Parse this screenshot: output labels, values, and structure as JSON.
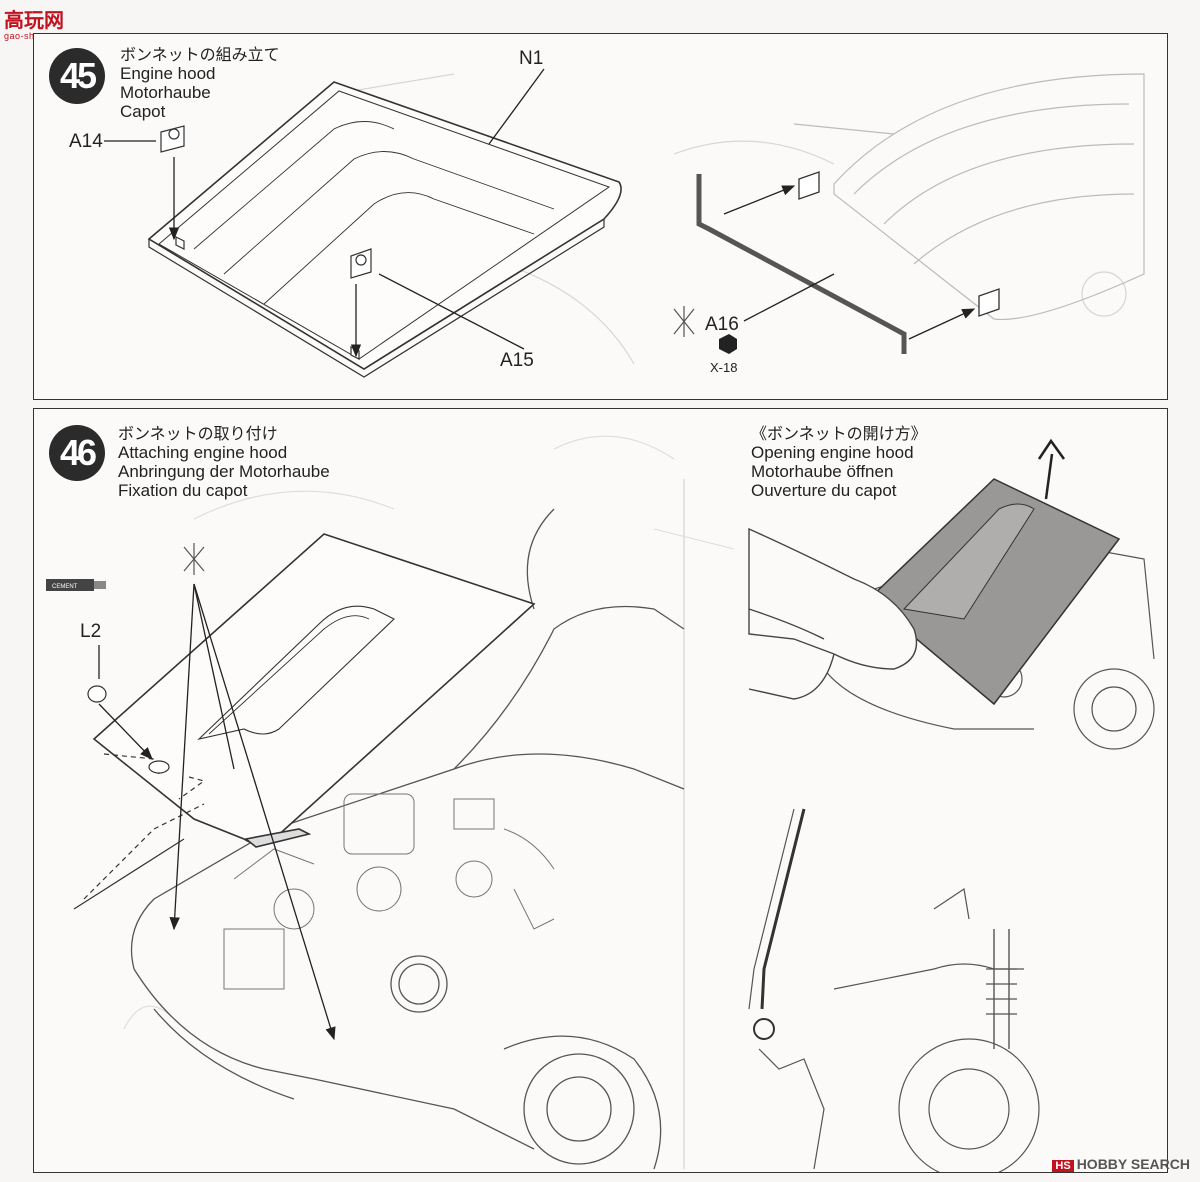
{
  "watermark_top": {
    "title": "高玩网",
    "sub": "gao-shou.com"
  },
  "watermark_bottom": {
    "badge": "HS",
    "text": "HOBBY SEARCH"
  },
  "step45": {
    "number": "45",
    "title_jp": "ボンネットの組み立て",
    "title_en": "Engine hood",
    "title_de": "Motorhaube",
    "title_fr": "Capot",
    "labels": {
      "n1": "N1",
      "a14": "A14",
      "a15": "A15",
      "a16": "A16",
      "x18": "X-18"
    }
  },
  "step46": {
    "number": "46",
    "title_jp": "ボンネットの取り付け",
    "title_en": "Attaching engine hood",
    "title_de": "Anbringung der Motorhaube",
    "title_fr": "Fixation du capot",
    "labels": {
      "l2": "L2"
    },
    "opening": {
      "title_jp": "《ボンネットの開け方》",
      "title_en": "Opening engine hood",
      "title_de": "Motorhaube öffnen",
      "title_fr": "Ouverture du capot"
    }
  }
}
